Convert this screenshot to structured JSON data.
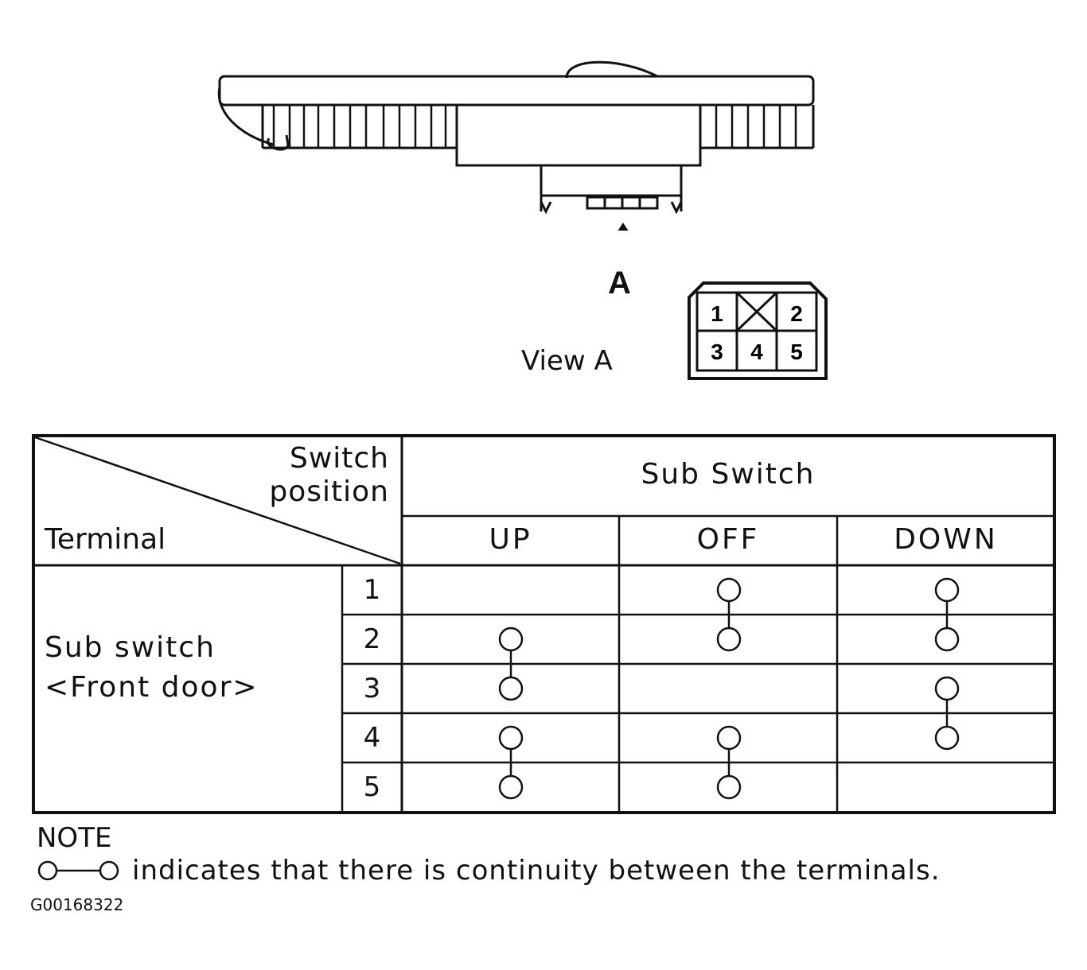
{
  "diagram": {
    "view_arrow_label": "A",
    "view_label": "View A",
    "connector_pins": [
      "1",
      "2",
      "3",
      "4",
      "5"
    ]
  },
  "table": {
    "header_switch_position": [
      "Switch",
      "position"
    ],
    "header_terminal": "Terminal",
    "header_group": "Sub Switch",
    "positions": [
      "UP",
      "OFF",
      "DOWN"
    ],
    "row_group_label": [
      "Sub switch",
      "<Front door>"
    ],
    "terminals": [
      "1",
      "2",
      "3",
      "4",
      "5"
    ],
    "continuity": {
      "UP": [
        [
          "2",
          "3"
        ],
        [
          "4",
          "5"
        ]
      ],
      "OFF": [
        [
          "1",
          "2"
        ],
        [
          "4",
          "5"
        ]
      ],
      "DOWN": [
        [
          "1",
          "2"
        ],
        [
          "3",
          "4"
        ]
      ]
    }
  },
  "note": {
    "title": "NOTE",
    "text": "indicates that there is continuity between the terminals."
  },
  "figure_code": "G00168322"
}
